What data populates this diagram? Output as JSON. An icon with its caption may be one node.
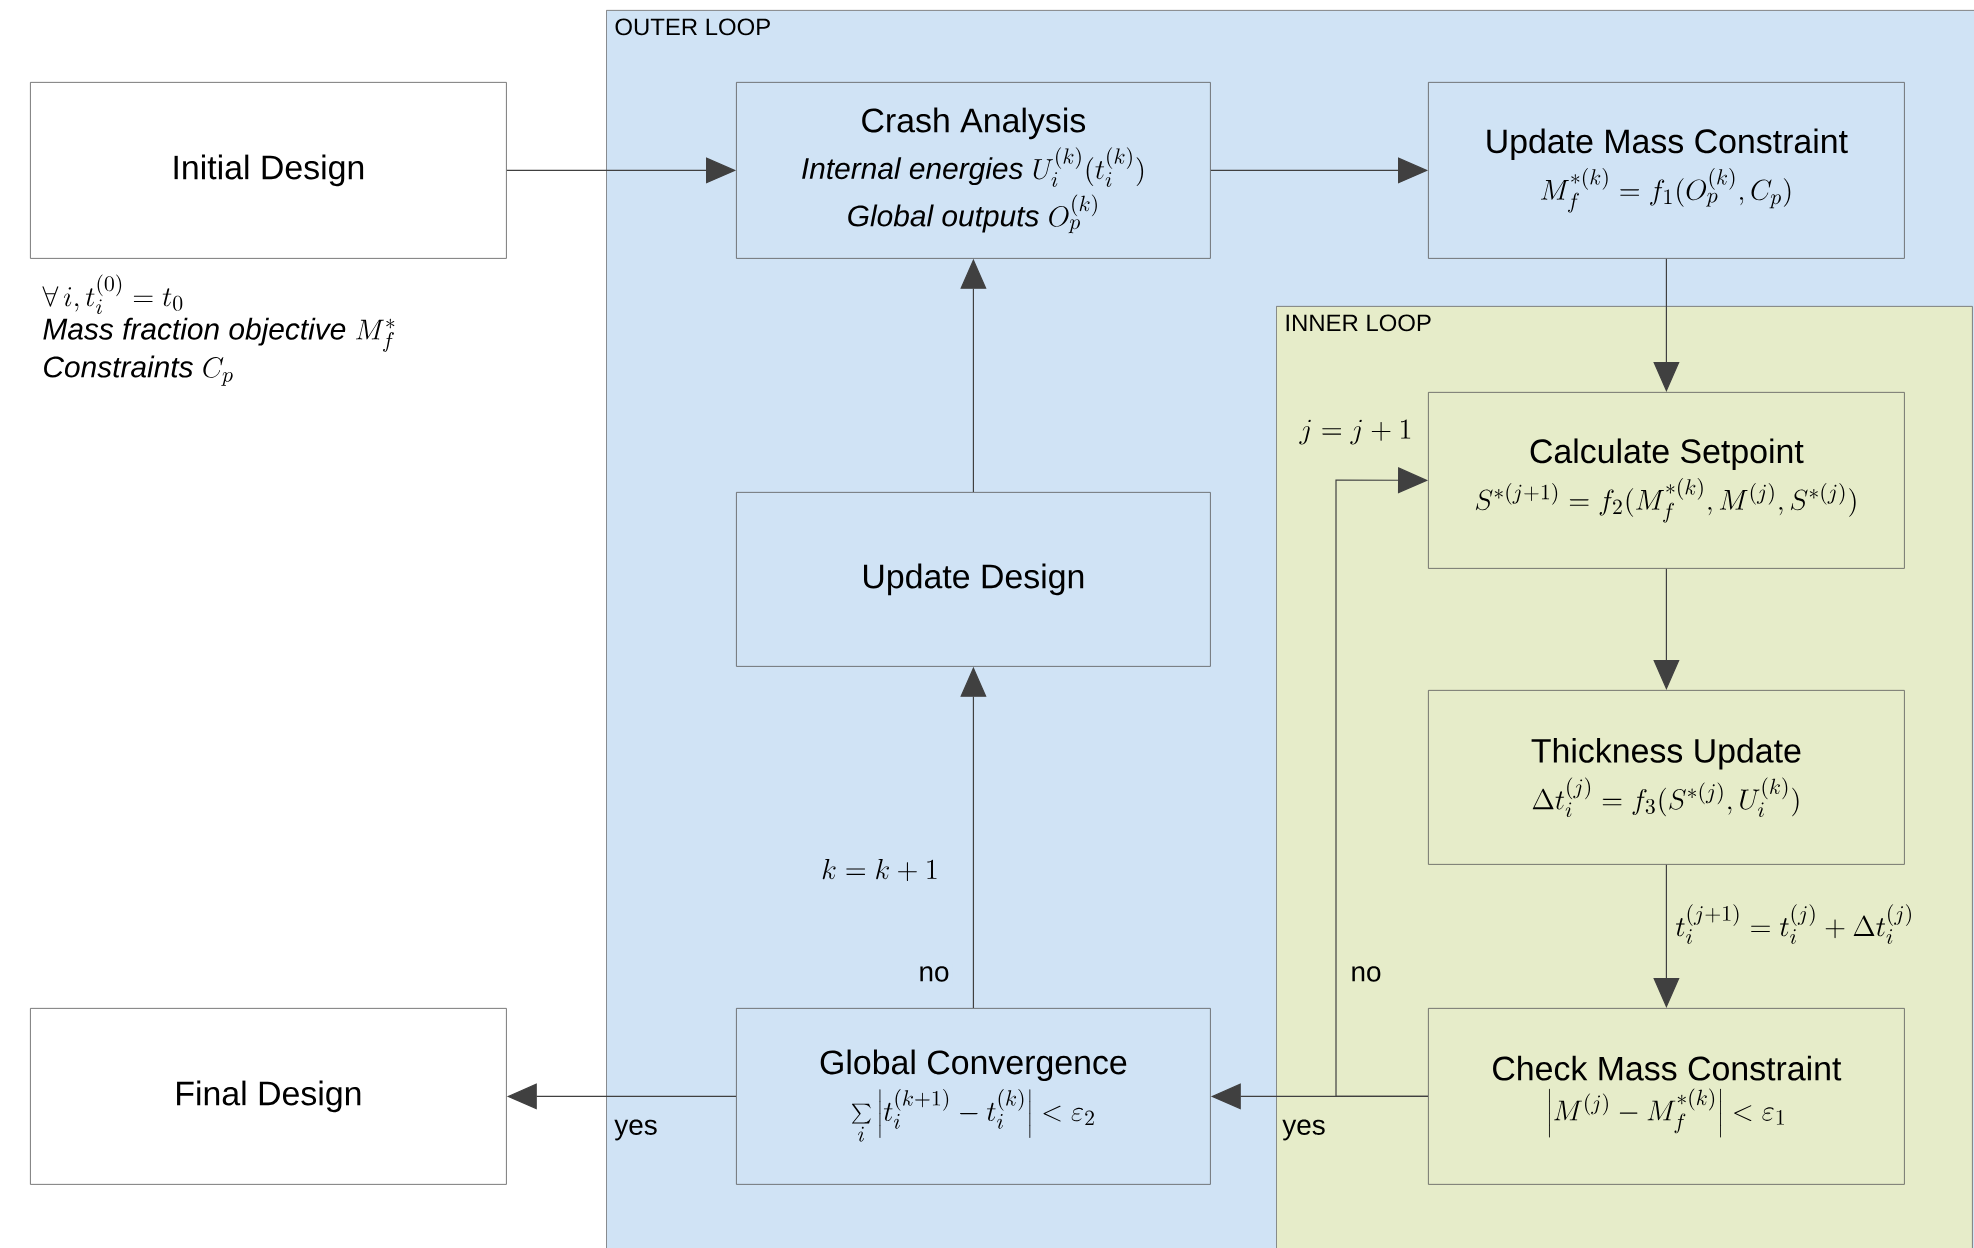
{
  "diagram": {
    "nodes": [
      {
        "text": [
          "OUTER LOOP"
        ]
      },
      {
        "text": [
          "Initial Design"
        ],
        "beside": [
          "\\forall\\, i, t_i^{(0)}=t_0",
          "\\textit{Mass fraction objective }M_f^{*}",
          "\\textit{Constraints }C_p"
        ]
      },
      {
        "text": [
          "Crash Analysis",
          "\\textit{Internal energies }U_i^{(k)}(t_i^{(k)})",
          "\\textit{Global outputs }O_p^{(k)}"
        ],
        "in": 0
      },
      {
        "text": [
          "Update Mass Constraint",
          "M_f^{*(k)}=f_1(O_p^{(k)},C_p)"
        ],
        "in": 0
      },
      {
        "text": [
          "INNER LOOP"
        ],
        "in": 0
      },
      {
        "text": [
          "Calculate Setpoint",
          "S^{*(j+1)}=f_2(M_f^{*(k)},M^{(j)},S^{*(j)})"
        ],
        "in": 4
      },
      {
        "text": [
          "Update Design"
        ],
        "in": 0
      },
      {
        "text": [
          "Thickness Update",
          "\\Delta t_i^{(j)}=f_3(S^{*(j)},U_i^{(k)})"
        ],
        "in": 4
      },
      {
        "text": [
          "Final Design"
        ]
      },
      {
        "text": [
          "Global Convergence",
          "\\sum\\limits_i \\left|t_i^{(k+1)}-t_i^{(k)}\\right|<\\varepsilon_2"
        ],
        "in": 0
      },
      {
        "text": [
          "Check Mass Constraint",
          "\\left|M^{(j)}-M_f^{*(k)}\\right|<\\varepsilon_1"
        ],
        "in": 4
      }
    ],
    "edges": [
      {
        "from": 1,
        "to": 2,
        "arrow": "to"
      },
      {
        "from": 2,
        "to": 3,
        "arrow": "to"
      },
      {
        "from": 3,
        "to": 5,
        "arrow": "to"
      },
      {
        "from": 5,
        "to": 7,
        "arrow": "to"
      },
      {
        "from": 7,
        "to": 10,
        "arrow": "to",
        "label": "t_i^{(j+1)}=t_i^{(j)}+\\Delta t_i^{(j)}"
      },
      {
        "from": 10,
        "to": 9,
        "arrow": "to",
        "label": "yes"
      },
      {
        "from": 10,
        "to": 5,
        "arrow": "to",
        "label": "no"
      },
      {
        "from": 9,
        "to": 6,
        "arrow": "to",
        "label": "no"
      },
      {
        "from": 6,
        "to": 2,
        "arrow": "to"
      },
      {
        "from": 9,
        "to": 8,
        "arrow": "to",
        "label": "yes"
      }
    ],
    "labels": [
      "k=k+1",
      "j=j+1"
    ]
  }
}
